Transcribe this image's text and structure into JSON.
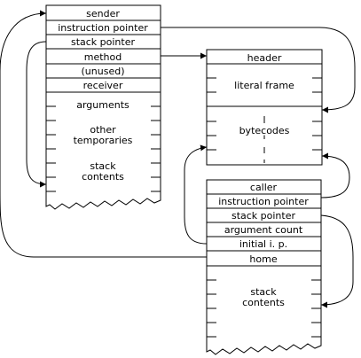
{
  "left_context": {
    "labels": {
      "sender": "sender",
      "instruction_pointer": "instruction pointer",
      "stack_pointer": "stack pointer",
      "method": "method",
      "unused": "(unused)",
      "receiver": "receiver",
      "arguments": "arguments",
      "other": "other",
      "temporaries": "temporaries",
      "stack": "stack",
      "contents": "contents"
    }
  },
  "method_object": {
    "labels": {
      "header": "header",
      "literal_frame": "literal frame",
      "bytecodes": "bytecodes"
    }
  },
  "block_context": {
    "labels": {
      "caller": "caller",
      "instruction_pointer": "instruction pointer",
      "stack_pointer": "stack pointer",
      "argument_count": "argument count",
      "initial_ip": "initial i. p.",
      "home": "home",
      "stack": "stack",
      "contents": "contents"
    }
  }
}
